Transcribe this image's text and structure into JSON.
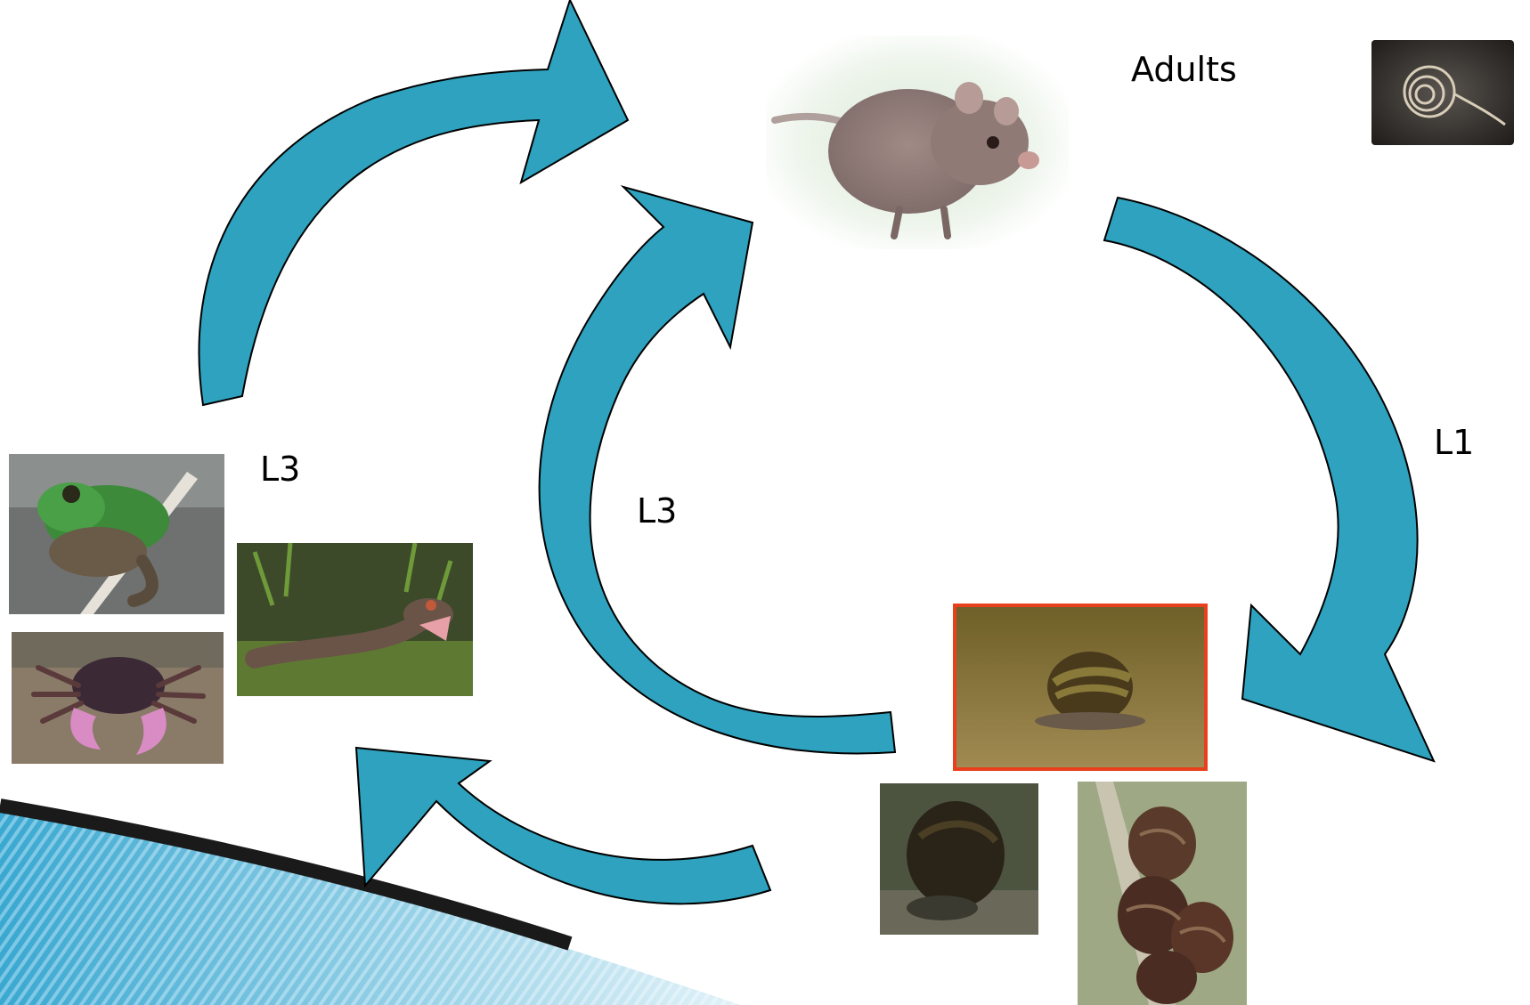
{
  "diagram": {
    "labels": {
      "adults": "Adults",
      "l1": "L1",
      "l3_paratenic": "L3",
      "l3_center": "L3"
    },
    "colors": {
      "arrow_fill": "#2EA2BE",
      "arrow_stroke": "#000000",
      "highlight_border": "#E8401C"
    },
    "images": {
      "definitive_host": "rat-photo",
      "adult_worm": "coiled-worm-photo",
      "intermediate_host_highlighted": "aquatic-snail-photo",
      "intermediate_host_2": "apple-snail-photo",
      "intermediate_host_3": "giant-african-land-snail-photo",
      "paratenic_host_1": "frog-photo",
      "paratenic_host_2": "crab-photo",
      "paratenic_host_3": "gecko-photo"
    }
  }
}
